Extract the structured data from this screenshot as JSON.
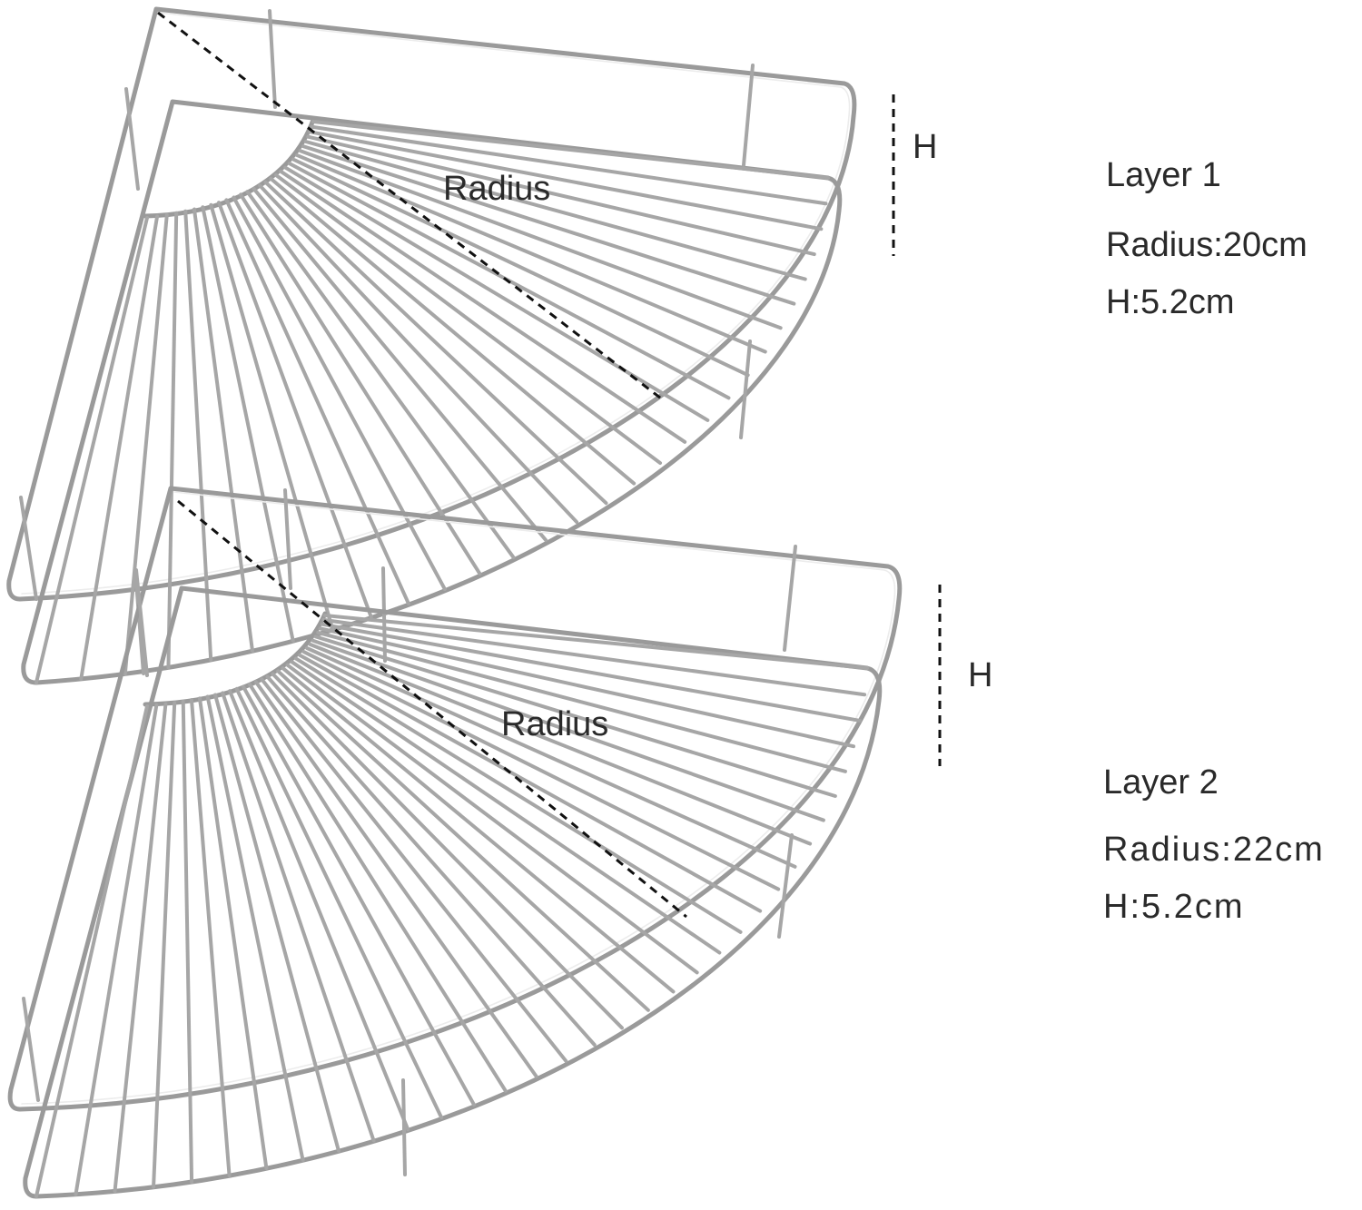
{
  "layer1": {
    "title": "Layer 1",
    "radius_text": "Radius:20cm",
    "height_text": "H:5.2cm",
    "radius_label": "Radius",
    "height_label": "H"
  },
  "layer2": {
    "title": "Layer 2",
    "radius_text": "Radius:22cm",
    "height_text": "H:5.2cm",
    "radius_label": "Radius",
    "height_label": "H"
  },
  "colors": {
    "wire": "#9a9a9a",
    "dimension_line": "#111111",
    "text": "#2a2a2a",
    "background": "#ffffff"
  }
}
